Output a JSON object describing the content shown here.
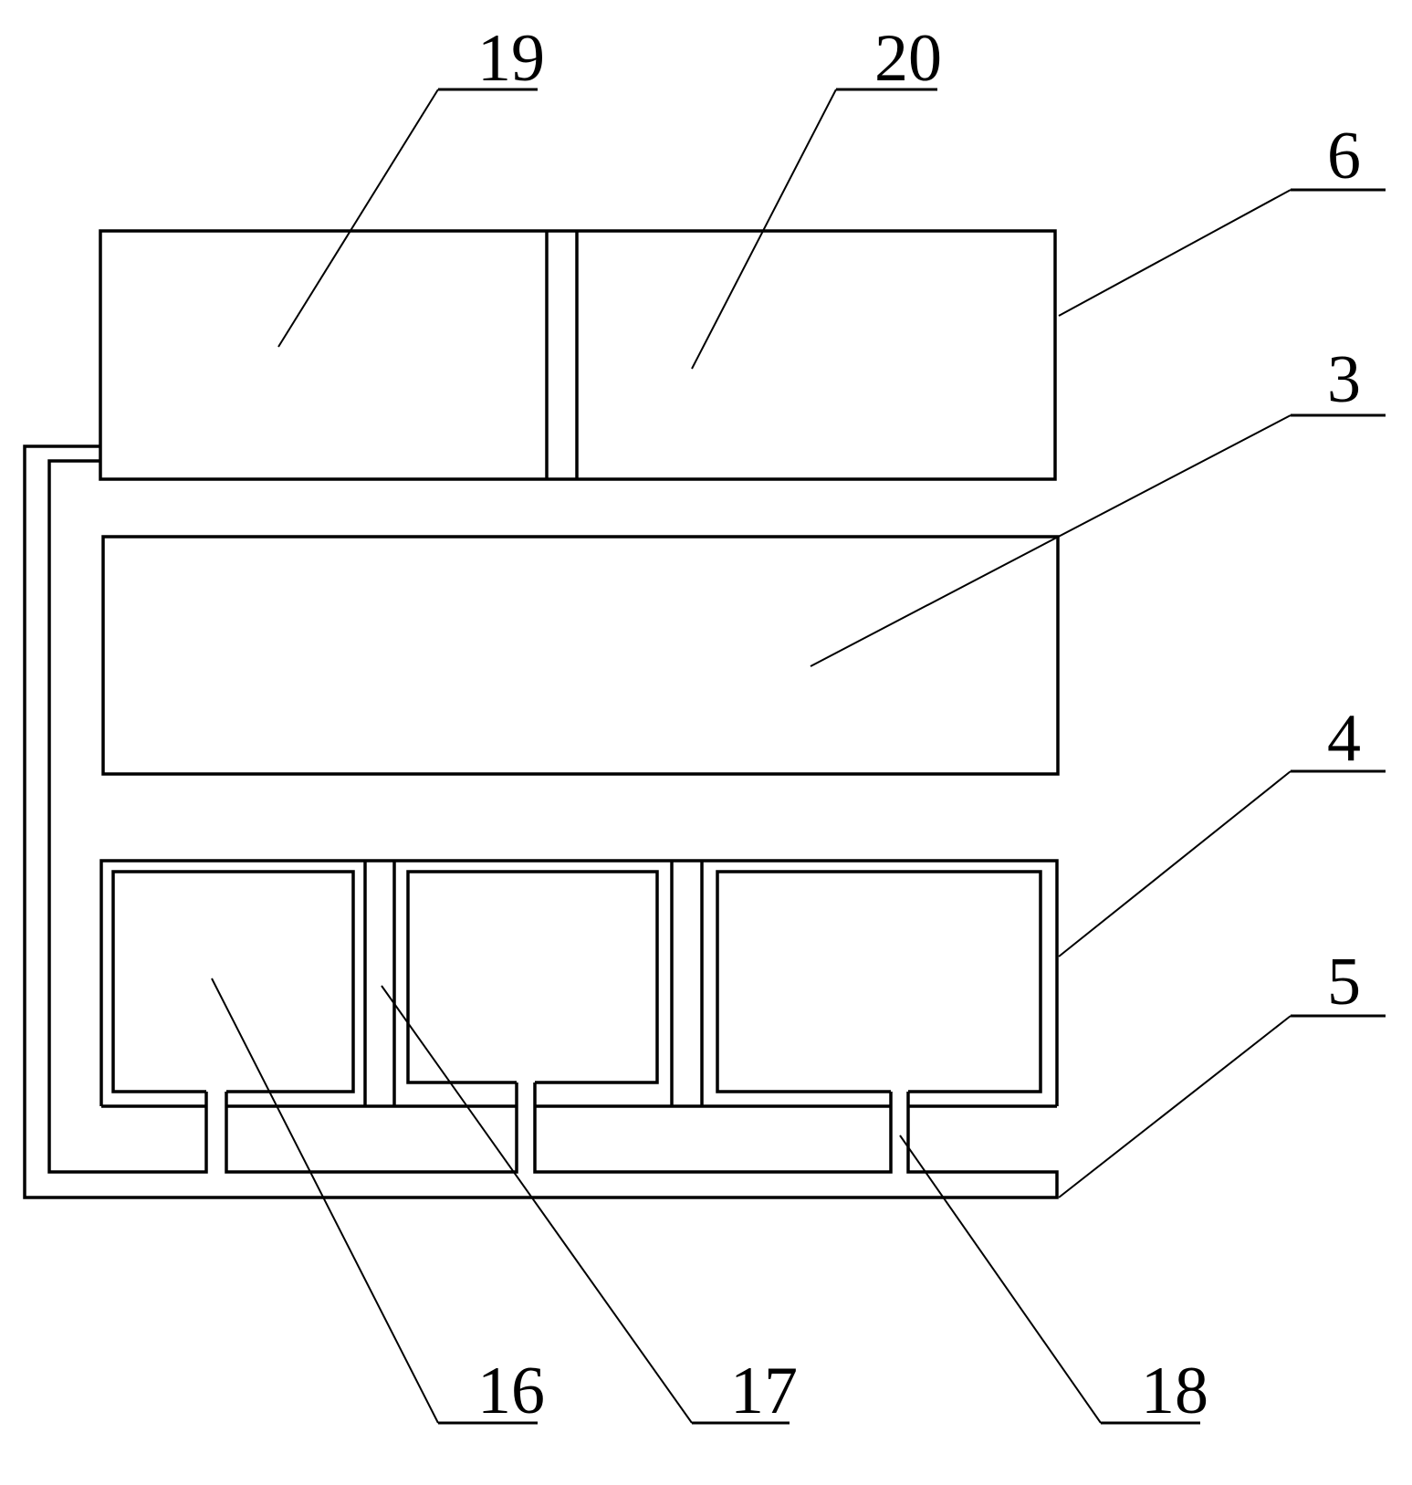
{
  "labels": {
    "l19": "19",
    "l20": "20",
    "l6": "6",
    "l3": "3",
    "l4": "4",
    "l5": "5",
    "l16": "16",
    "l17": "17",
    "l18": "18"
  },
  "colors": {
    "stroke": "#000000",
    "background": "#ffffff"
  }
}
